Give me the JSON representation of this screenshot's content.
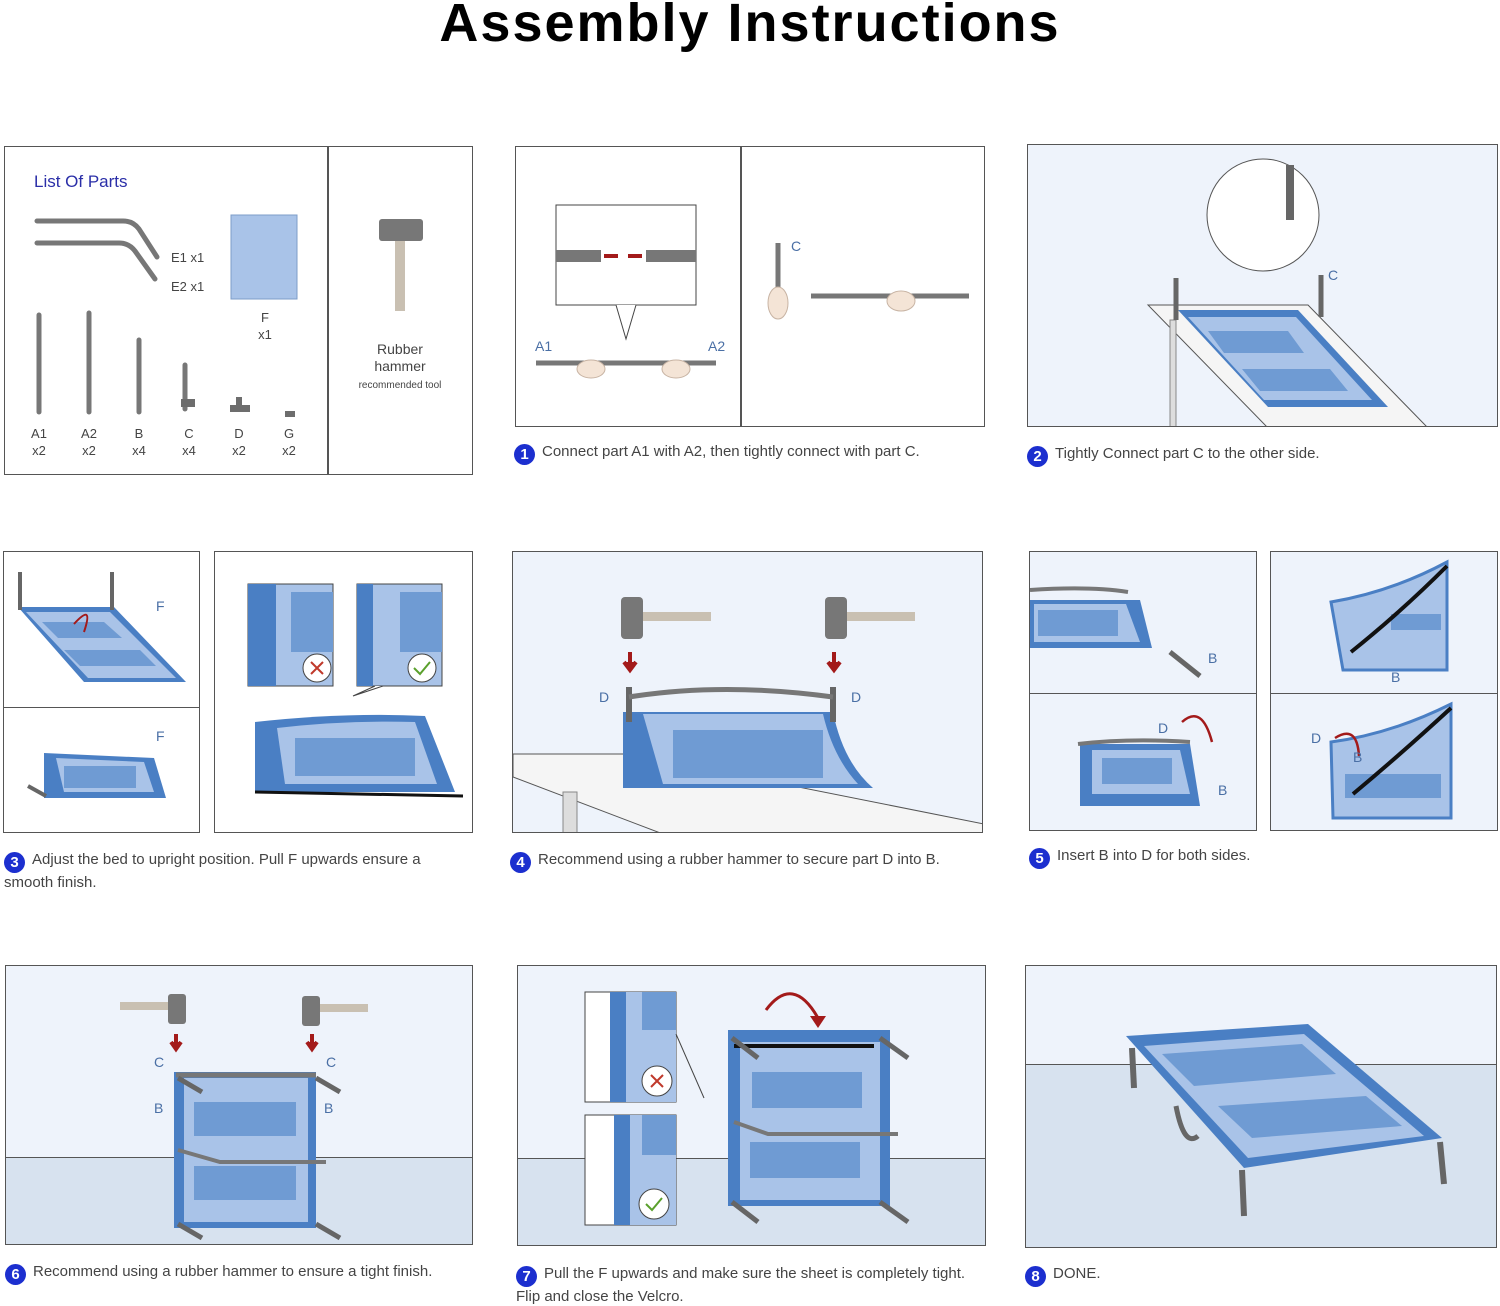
{
  "title": "Assembly Instructions",
  "parts": {
    "heading": "List Of Parts",
    "items": [
      {
        "id": "E1",
        "qty": "x1"
      },
      {
        "id": "E2",
        "qty": "x1"
      },
      {
        "id": "F",
        "qty": "x1"
      },
      {
        "id": "A1",
        "qty": "x2"
      },
      {
        "id": "A2",
        "qty": "x2"
      },
      {
        "id": "B",
        "qty": "x4"
      },
      {
        "id": "C",
        "qty": "x4"
      },
      {
        "id": "D",
        "qty": "x2"
      },
      {
        "id": "G",
        "qty": "x2"
      }
    ],
    "tool": {
      "name_line1": "Rubber",
      "name_line2": "hammer",
      "note": "recommended tool"
    }
  },
  "steps": [
    {
      "number": "1",
      "text": "Connect part A1 with A2, then tightly connect with part C.",
      "labels": [
        "A1",
        "A2",
        "C"
      ]
    },
    {
      "number": "2",
      "text": "Tightly Connect part C to the other side.",
      "labels": [
        "C"
      ]
    },
    {
      "number": "3",
      "text": "Adjust the bed to upright position. Pull F upwards ensure a smooth finish.",
      "labels": [
        "F",
        "F"
      ]
    },
    {
      "number": "4",
      "text": "Recommend using a rubber hammer to secure part D into B.",
      "labels": [
        "D",
        "D"
      ]
    },
    {
      "number": "5",
      "text": "Insert B into D for both sides.",
      "labels": [
        "B",
        "B",
        "D",
        "B",
        "D",
        "B"
      ]
    },
    {
      "number": "6",
      "text": "Recommend using a rubber hammer to ensure a tight finish.",
      "labels": [
        "C",
        "C",
        "B",
        "B"
      ]
    },
    {
      "number": "7",
      "text": "Pull the F upwards and make sure the sheet is completely tight. Flip and close the Velcro."
    },
    {
      "number": "8",
      "text": "DONE."
    }
  ],
  "colors": {
    "accent_blue": "#1c2fcf",
    "label_blue": "#4a6fa5",
    "fabric_blue": "#4a7fc4",
    "fabric_light": "#a9c3e8",
    "arrow_red": "#a31a1a",
    "pipe_gray": "#7a7a7a"
  }
}
